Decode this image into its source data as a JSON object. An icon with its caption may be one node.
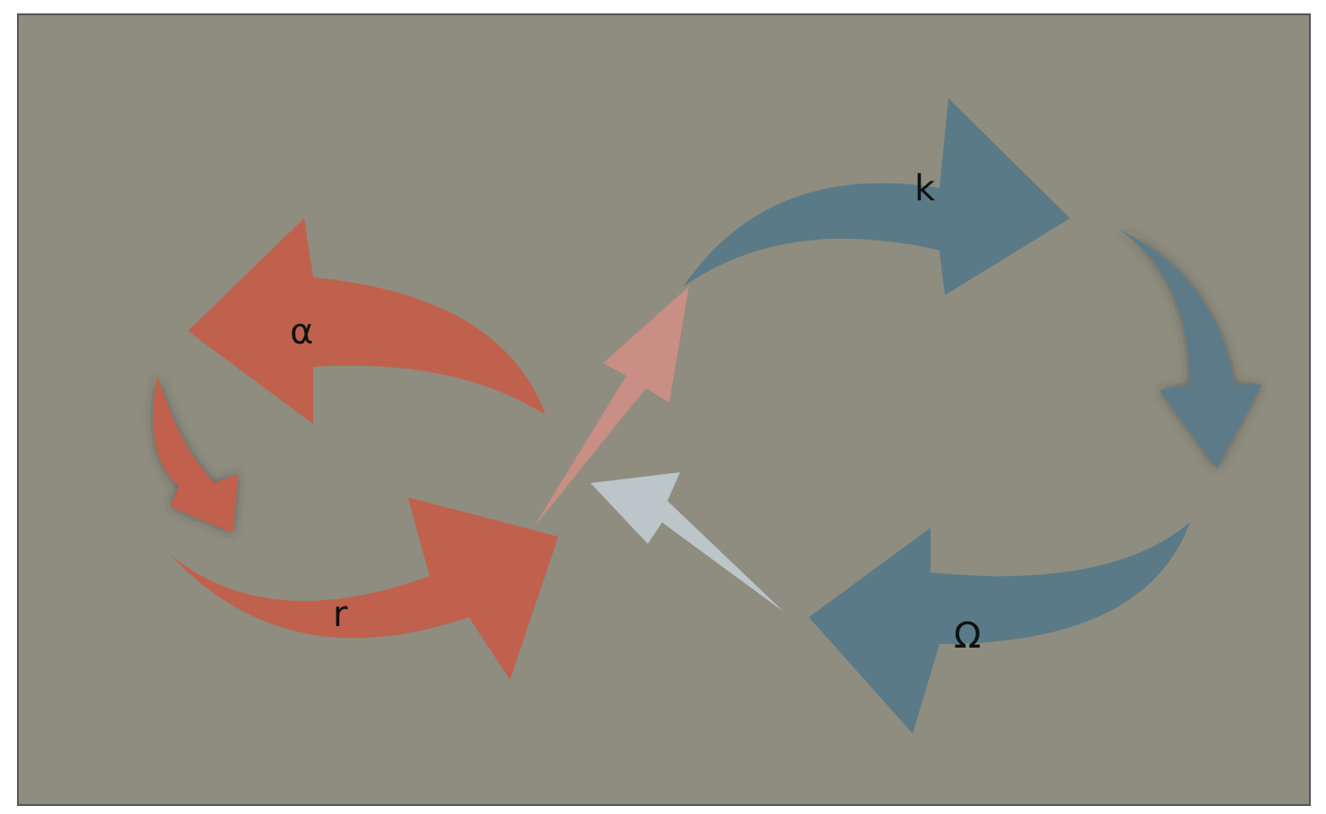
{
  "diagram": {
    "labels": [
      "α",
      "r",
      "k",
      "Ω"
    ]
  }
}
